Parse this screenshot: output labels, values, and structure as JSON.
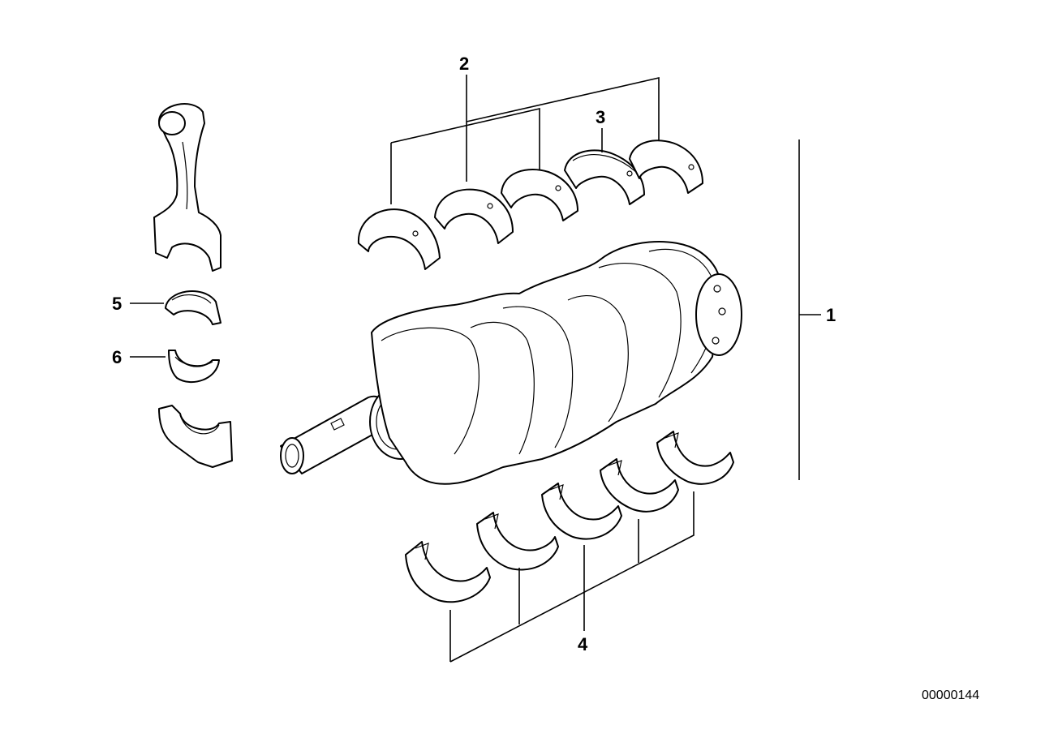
{
  "callouts": {
    "c1": "1",
    "c2": "2",
    "c3": "3",
    "c4": "4",
    "c5": "5",
    "c6": "6"
  },
  "reference_number": "00000144",
  "icons": {
    "parts": [
      "connecting-rod-icon",
      "crankshaft-icon",
      "main-bearing-shell-icon",
      "rod-bearing-shell-icon",
      "bearing-cap-icon"
    ]
  }
}
